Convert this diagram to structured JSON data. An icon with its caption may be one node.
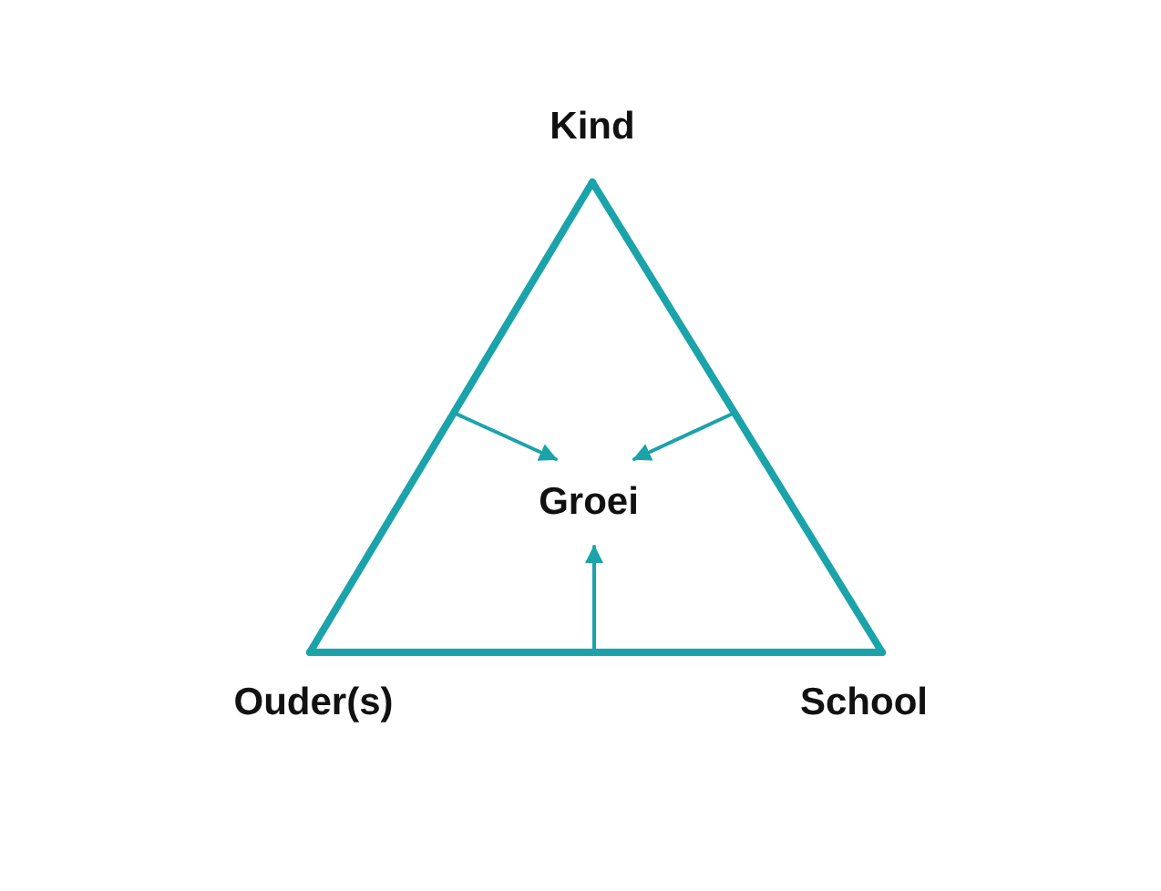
{
  "diagram": {
    "nodes": [
      {
        "text": [
          "Kind"
        ]
      },
      {
        "text": [
          "Ouder(s)"
        ]
      },
      {
        "text": [
          "School"
        ]
      },
      {
        "text": [
          "Groei"
        ]
      }
    ],
    "edges": [
      {
        "from": 0,
        "to": 1,
        "arrow": "none",
        "style": "thick"
      },
      {
        "from": 0,
        "to": 2,
        "arrow": "none",
        "style": "thick"
      },
      {
        "from": 1,
        "to": 2,
        "arrow": "none",
        "style": "thick"
      },
      {
        "from": null,
        "to": 3,
        "arrow": "to"
      },
      {
        "from": null,
        "to": 3,
        "arrow": "to"
      },
      {
        "from": null,
        "to": 3,
        "arrow": "to"
      }
    ]
  }
}
